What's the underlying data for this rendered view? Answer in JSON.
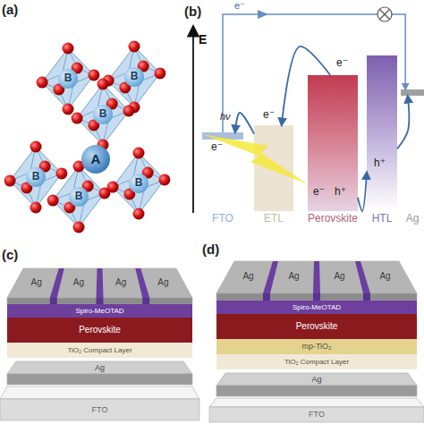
{
  "diagram": {
    "nodes": [
      {
        "text": [
          "B"
        ]
      },
      {
        "text": [
          "B"
        ]
      },
      {
        "text": [
          "B"
        ]
      },
      {
        "text": [
          "A"
        ]
      },
      {
        "text": [
          "B"
        ]
      },
      {
        "text": [
          "B"
        ]
      },
      {
        "text": [
          "B"
        ]
      },
      {
        "text": [
          "FTO"
        ]
      },
      {
        "text": [
          "ETL"
        ]
      },
      {
        "text": [
          "Perovskite"
        ]
      },
      {
        "text": [
          "HTL"
        ]
      },
      {
        "text": [
          "Ag"
        ]
      },
      {
        "text": [
          "Ag",
          "Ag",
          "Ag",
          "Ag"
        ]
      },
      {
        "text": [
          "Spiro-MeOTAD"
        ]
      },
      {
        "text": [
          "Perovskite"
        ]
      },
      {
        "text": [
          "TiO₂ Compact Layer"
        ]
      },
      {
        "text": [
          "Ag"
        ]
      },
      {
        "text": [
          "FTO"
        ]
      },
      {
        "text": [
          "Ag",
          "Ag",
          "Ag",
          "Ag"
        ]
      },
      {
        "text": [
          "Spiro-MeOTAD"
        ]
      },
      {
        "text": [
          "Perovskite"
        ]
      },
      {
        "text": [
          "mp-TiO₂"
        ]
      },
      {
        "text": [
          "TiO₂ Compact Layer"
        ]
      },
      {
        "text": [
          "Ag"
        ]
      },
      {
        "text": [
          "FTO"
        ]
      }
    ],
    "edges": [
      {
        "from": 9,
        "to": 8,
        "arrow": "to"
      },
      {
        "from": 8,
        "to": 7,
        "arrow": "to"
      },
      {
        "from": 9,
        "to": 10,
        "arrow": "to"
      },
      {
        "from": 10,
        "to": 11,
        "arrow": "to"
      },
      {
        "from": 7,
        "to": 11,
        "arrow": "to"
      }
    ],
    "labels": [
      "(a)",
      "(b)",
      "(c)",
      "(d)",
      "E",
      "e⁻",
      "hν",
      "e⁻",
      "e⁻",
      "e⁻",
      "e⁻",
      "h⁺",
      "h⁺"
    ]
  }
}
